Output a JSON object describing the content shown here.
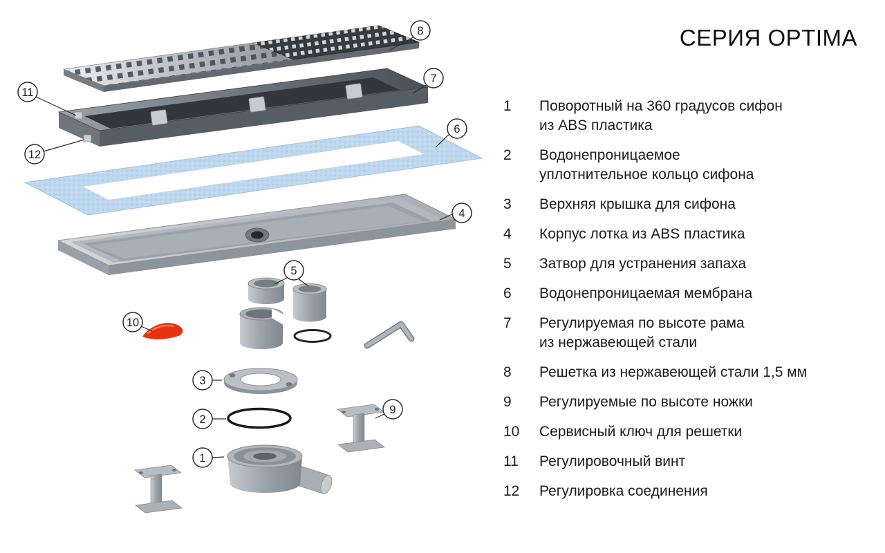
{
  "title": "СЕРИЯ OPTIMA",
  "legend": {
    "items": [
      {
        "num": "1",
        "text": "Поворотный на 360 градусов сифон\nиз ABS пластика"
      },
      {
        "num": "2",
        "text": "Водонепроницаемое\nуплотнительное кольцо сифона"
      },
      {
        "num": "3",
        "text": "Верхняя крышка для сифона"
      },
      {
        "num": "4",
        "text": "Корпус лотка из ABS пластика"
      },
      {
        "num": "5",
        "text": "Затвор для устранения запаха"
      },
      {
        "num": "6",
        "text": "Водонепроницаемая мембрана"
      },
      {
        "num": "7",
        "text": "Регулируемая по высоте рама\nиз нержавеющей стали"
      },
      {
        "num": "8",
        "text": "Решетка из нержавеющей стали 1,5 мм"
      },
      {
        "num": "9",
        "text": "Регулируемые по высоте ножки"
      },
      {
        "num": "10",
        "text": "Сервисный ключ для решетки"
      },
      {
        "num": "11",
        "text": "Регулировочный винт"
      },
      {
        "num": "12",
        "text": "Регулировка соединения"
      }
    ]
  },
  "callouts": {
    "grate": "8",
    "frame": "7",
    "screw": "11",
    "connector": "12",
    "membrane": "6",
    "tray": "4",
    "trap": "5",
    "key": "10",
    "cover": "3",
    "oring": "2",
    "feet": "9",
    "siphon": "1"
  },
  "colors": {
    "membrane_blue": "#bdd7ee",
    "steel_light": "#c4c9ce",
    "steel_dark": "#363b40",
    "service_key_red": "#e63312",
    "text": "#1c1c1c"
  }
}
